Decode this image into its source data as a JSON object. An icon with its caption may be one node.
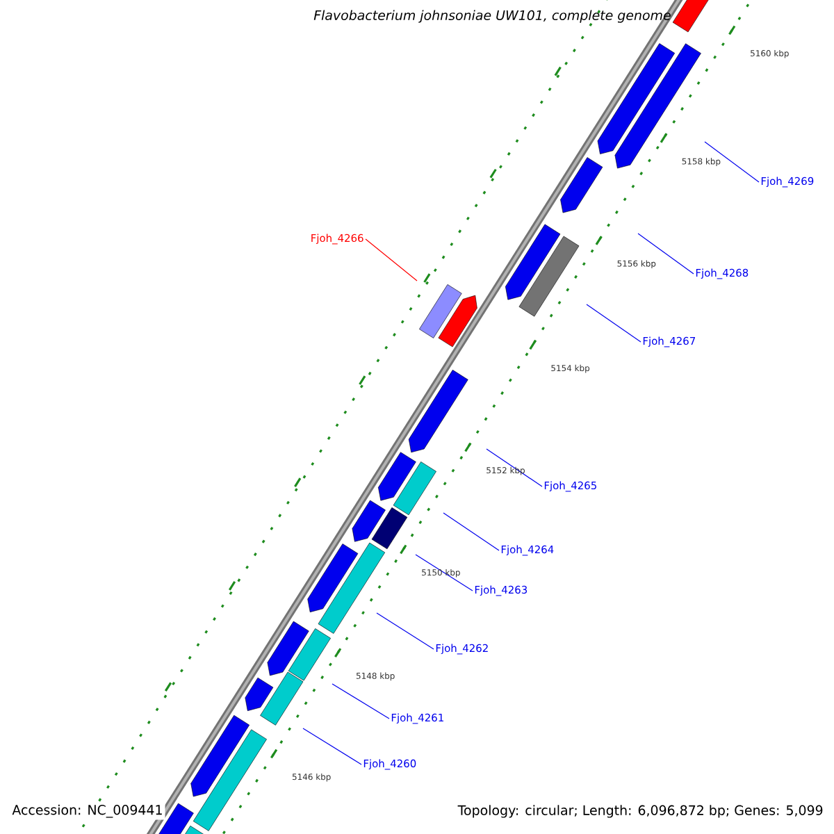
{
  "diagram": {
    "title": "Flavobacterium johnsoniae UW101, complete genome",
    "nodes": [
      {
        "text": [
          "Fjoh_4269"
        ]
      },
      {
        "text": [
          "Fjoh_4266"
        ]
      },
      {
        "text": [
          "Fjoh_4268"
        ]
      },
      {
        "text": [
          "Fjoh_4267"
        ]
      },
      {
        "text": [
          "Fjoh_4265"
        ]
      },
      {
        "text": [
          "Fjoh_4264"
        ]
      },
      {
        "text": [
          "Fjoh_4263"
        ]
      },
      {
        "text": [
          "Fjoh_4262"
        ]
      },
      {
        "text": [
          "Fjoh_4261"
        ]
      },
      {
        "text": [
          "Fjoh_4260"
        ]
      }
    ],
    "edges": [
      {
        "from": 0,
        "to": null,
        "arrow": "none"
      },
      {
        "from": 1,
        "to": null,
        "arrow": "none",
        "color": "#ff0000"
      },
      {
        "from": 2,
        "to": null,
        "arrow": "none"
      },
      {
        "from": 3,
        "to": null,
        "arrow": "none"
      },
      {
        "from": 4,
        "to": null,
        "arrow": "none"
      },
      {
        "from": 5,
        "to": null,
        "arrow": "none"
      },
      {
        "from": 6,
        "to": null,
        "arrow": "none"
      },
      {
        "from": 7,
        "to": null,
        "arrow": "none"
      },
      {
        "from": 8,
        "to": null,
        "arrow": "none"
      },
      {
        "from": 9,
        "to": null,
        "arrow": "none"
      }
    ],
    "labels": [
      "5160 kbp",
      "5158 kbp",
      "5156 kbp",
      "5154 kbp",
      "5152 kbp",
      "5150 kbp",
      "5148 kbp",
      "5146 kbp",
      "Accession: NC_009441",
      "Topology: circular; Length: 6,096,872 bp; Genes: 5,099"
    ]
  }
}
